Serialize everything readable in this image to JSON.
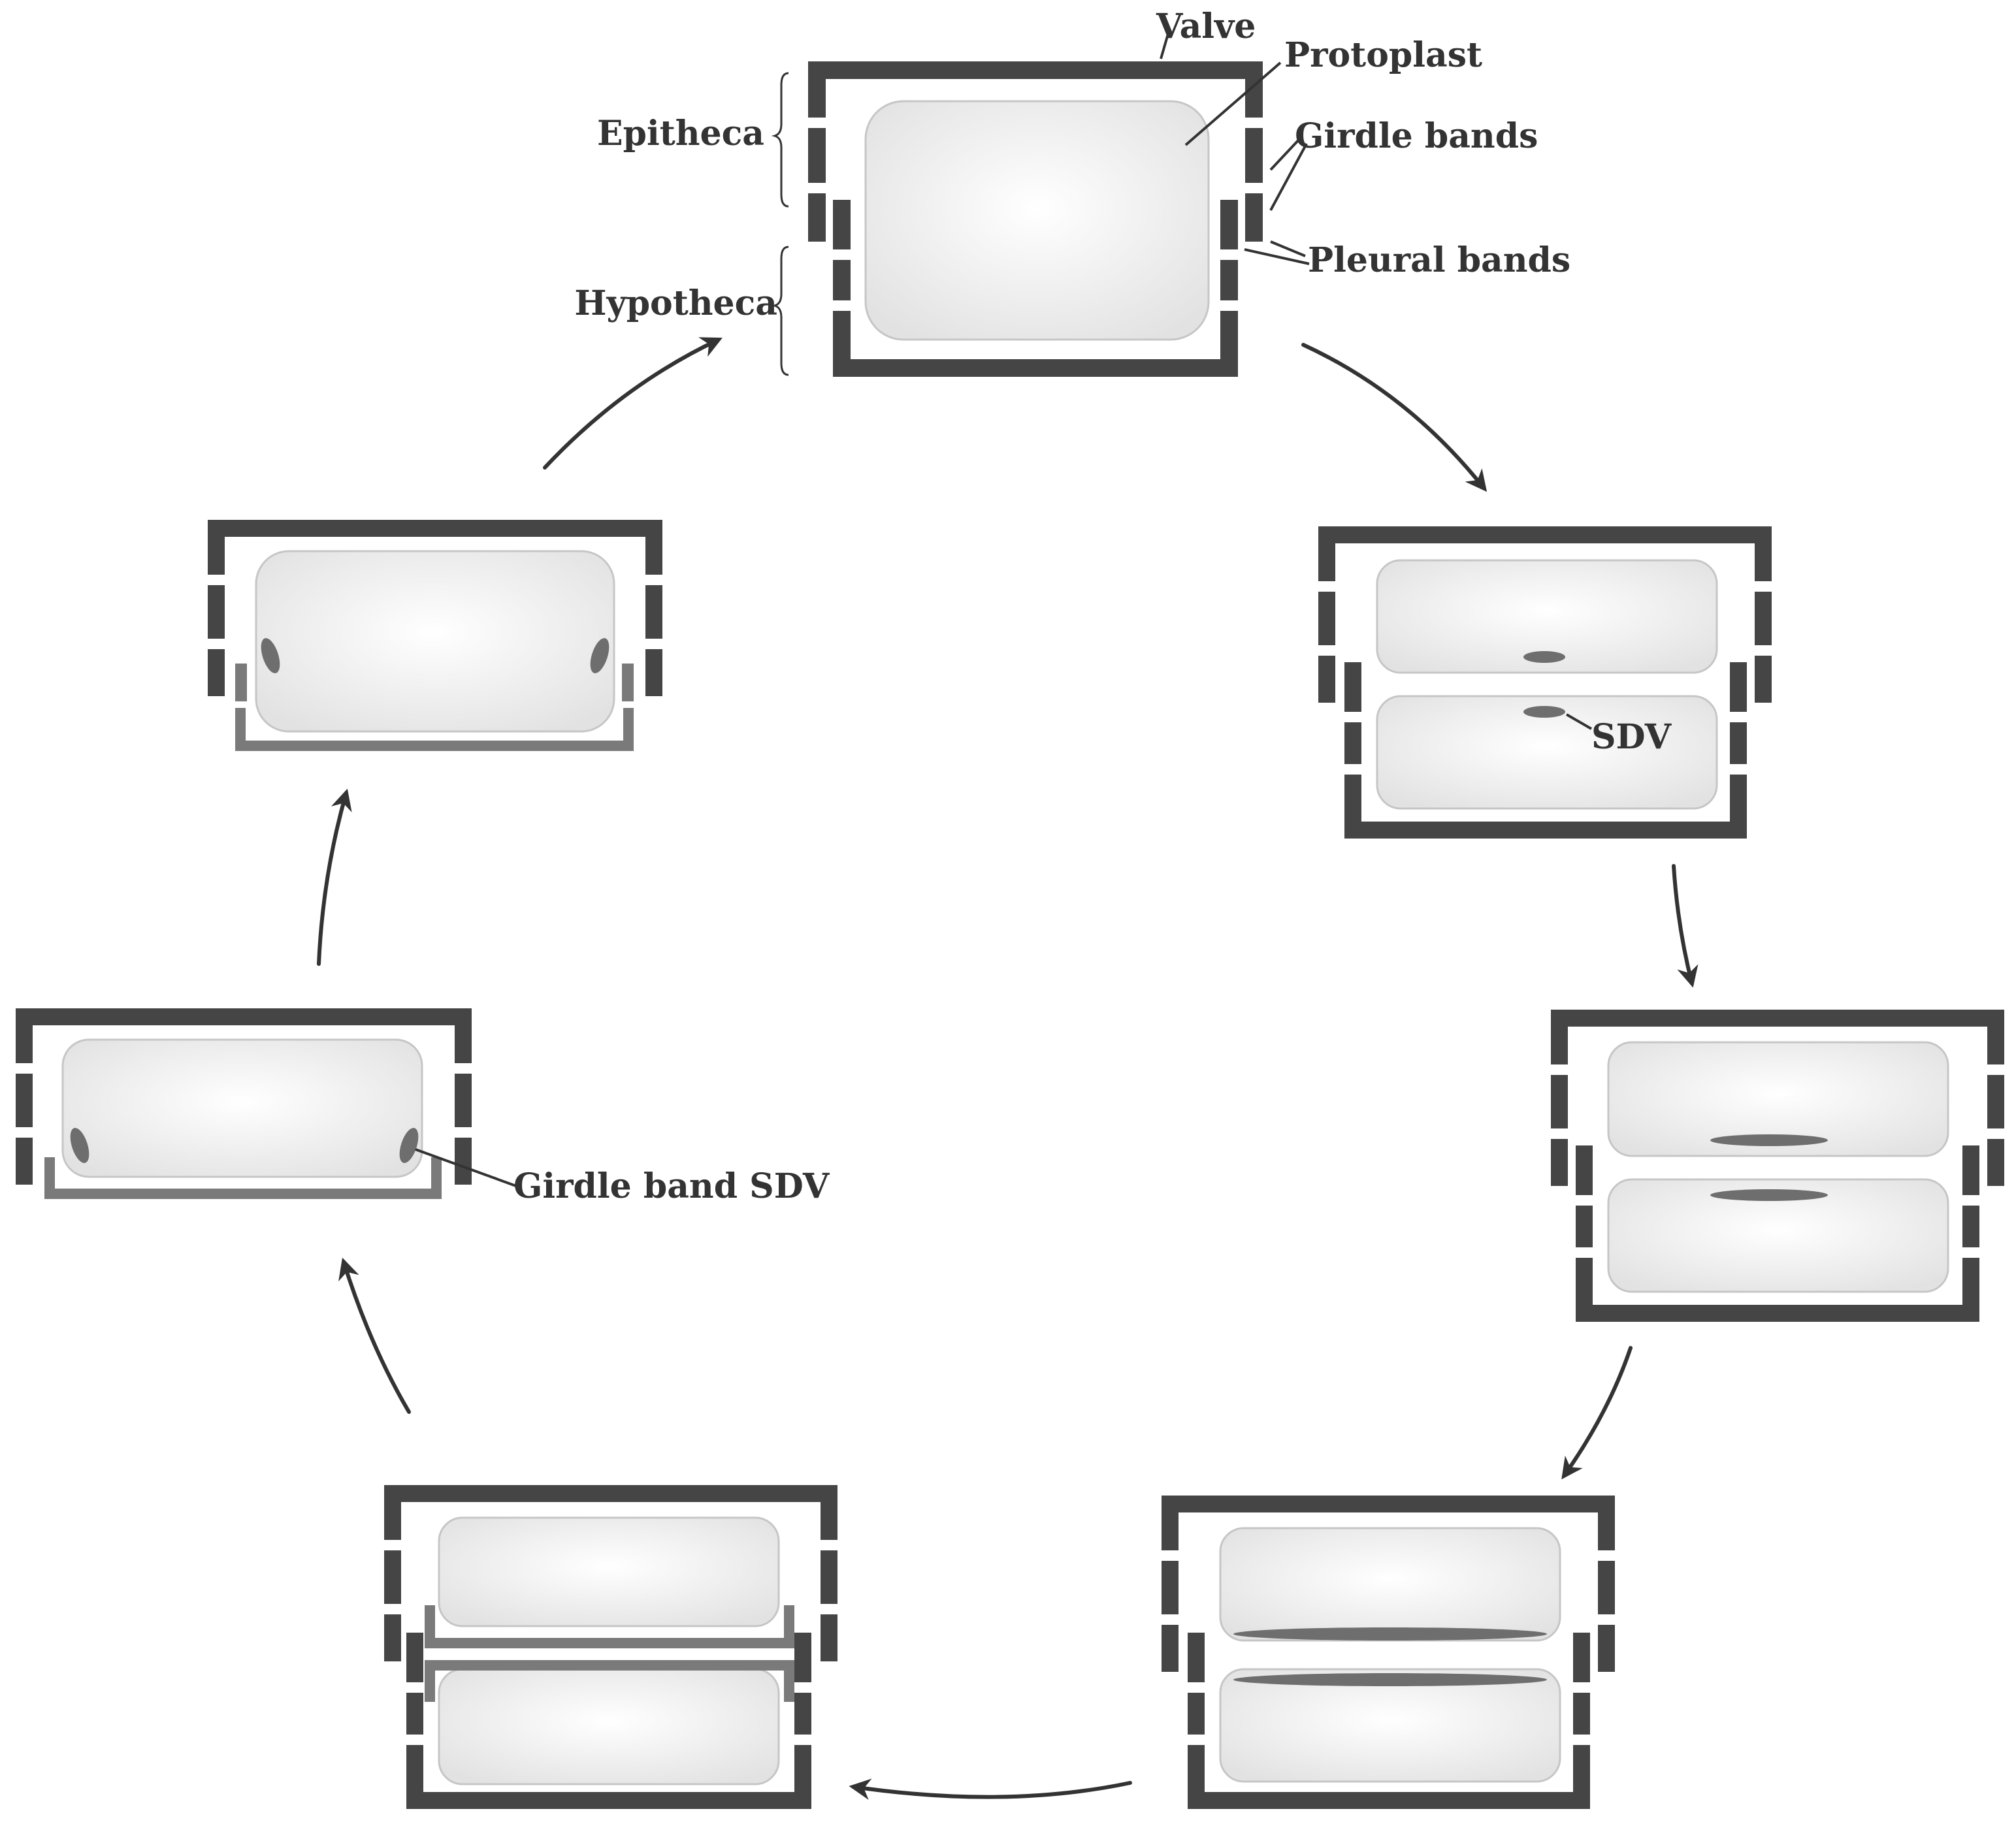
{
  "labels": {
    "valve": "Valve",
    "protoplast": "Protoplast",
    "epitheca": "Epitheca",
    "hypotheca": "Hypotheca",
    "girdle_bands": "Girdle bands",
    "pleural_bands": "Pleural bands",
    "sdv": "SDV",
    "girdle_band_sdv": "Girdle band SDV"
  },
  "colors": {
    "wall": "#454545",
    "new_wall": "#7a7a7a",
    "protoplast_center": "#ffffff",
    "protoplast_edge": "#e2e2e2",
    "protoplast_stroke": "#c6c6c6",
    "vesicle": "#6e6e6e",
    "arrow": "#333333",
    "label_text": "#333333"
  },
  "stages": [
    {
      "name": "mature-cell"
    },
    {
      "name": "cytokinesis-sdv-formation"
    },
    {
      "name": "sdv-expansion"
    },
    {
      "name": "new-valve-formation"
    },
    {
      "name": "valve-exocytosis-separation"
    },
    {
      "name": "girdle-band-formation"
    },
    {
      "name": "pleural-band-formation"
    }
  ]
}
